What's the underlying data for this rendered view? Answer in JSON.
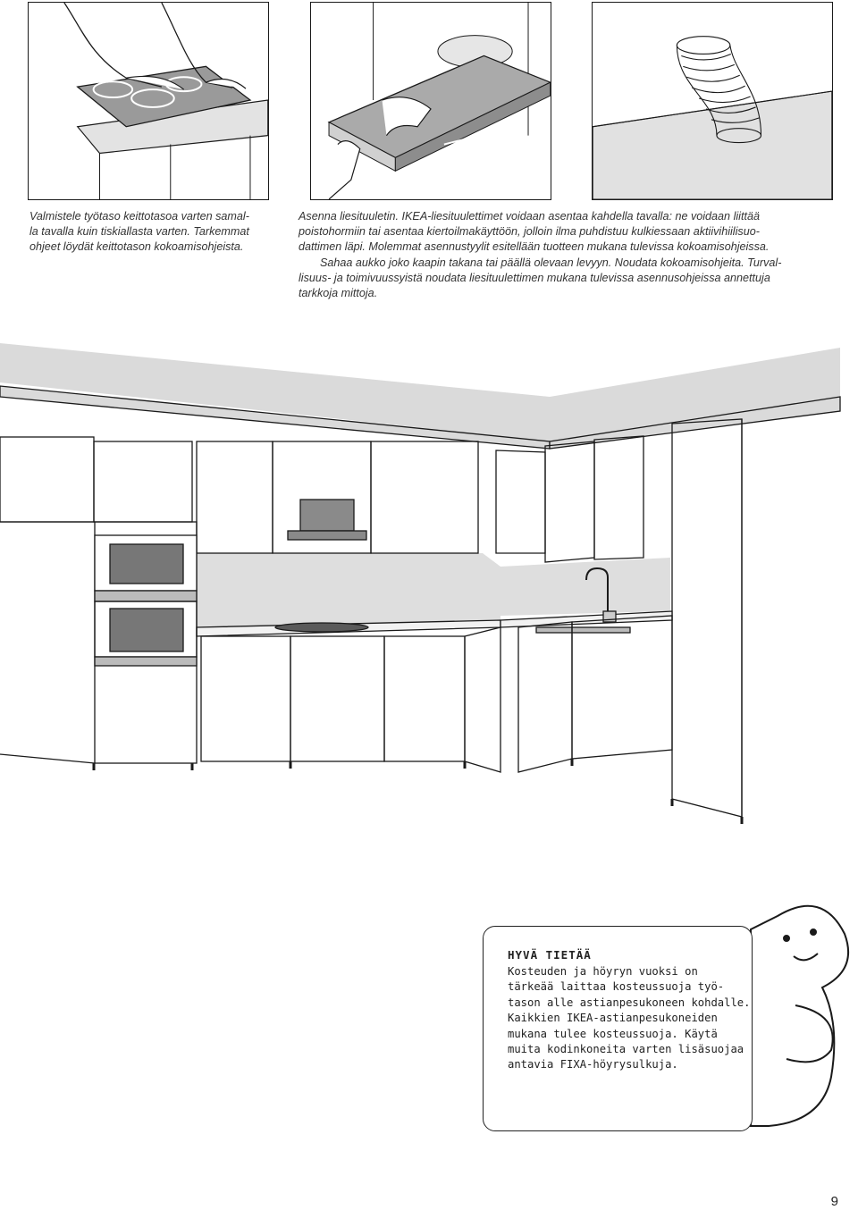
{
  "caption_left": "Valmistele työtaso keittotasoa varten samal-\nla tavalla kuin tiskiallasta varten. Tarkemmat\nohjeet löydät keittotason kokoamisohjeista.",
  "caption_right": {
    "p1": "Asenna liesituuletin. IKEA-liesituulettimet voidaan asentaa kahdella tavalla: ne voidaan liittää\npoistohormiin tai asentaa kiertoilmakäyttöön, jolloin ilma puhdistuu kulkiessaan aktiivihiilisuo-\ndattimen läpi. Molemmat asennustyylit esitellään tuotteen mukana tulevissa kokoamisohjeissa.",
    "p2": "Sahaa aukko joko kaapin takana tai päällä olevaan levyyn. Noudata kokoamisohjeita. Turval-\nlisuus- ja toimivuussyistä noudata liesituulettimen mukana tulevissa asennusohjeissa annettuja\ntarkkoja mittoja."
  },
  "tip": {
    "title": "HYVÄ TIETÄÄ",
    "body": "Kosteuden ja höyryn vuoksi on\ntärkeää laittaa kosteussuoja työ-\ntason alle astianpesukoneen kohdalle.\nKaikkien IKEA-astianpesukoneiden\nmukana tulee kosteussuoja. Käytä\nmuita kodinkoneita varten lisäsuojaa\nantavia FIXA-höyrysulkuja."
  },
  "page_number": "9",
  "colors": {
    "line": "#1a1a1a",
    "wall": "#dcdcdc",
    "panel_gray": "#8a8a8a",
    "dark_gray": "#5a5a5a"
  },
  "icons": [
    "hands-installing-hob-illustration",
    "hands-installing-hood-illustration",
    "flexible-duct-illustration",
    "kitchen-overview-illustration",
    "ikea-man-figure"
  ]
}
